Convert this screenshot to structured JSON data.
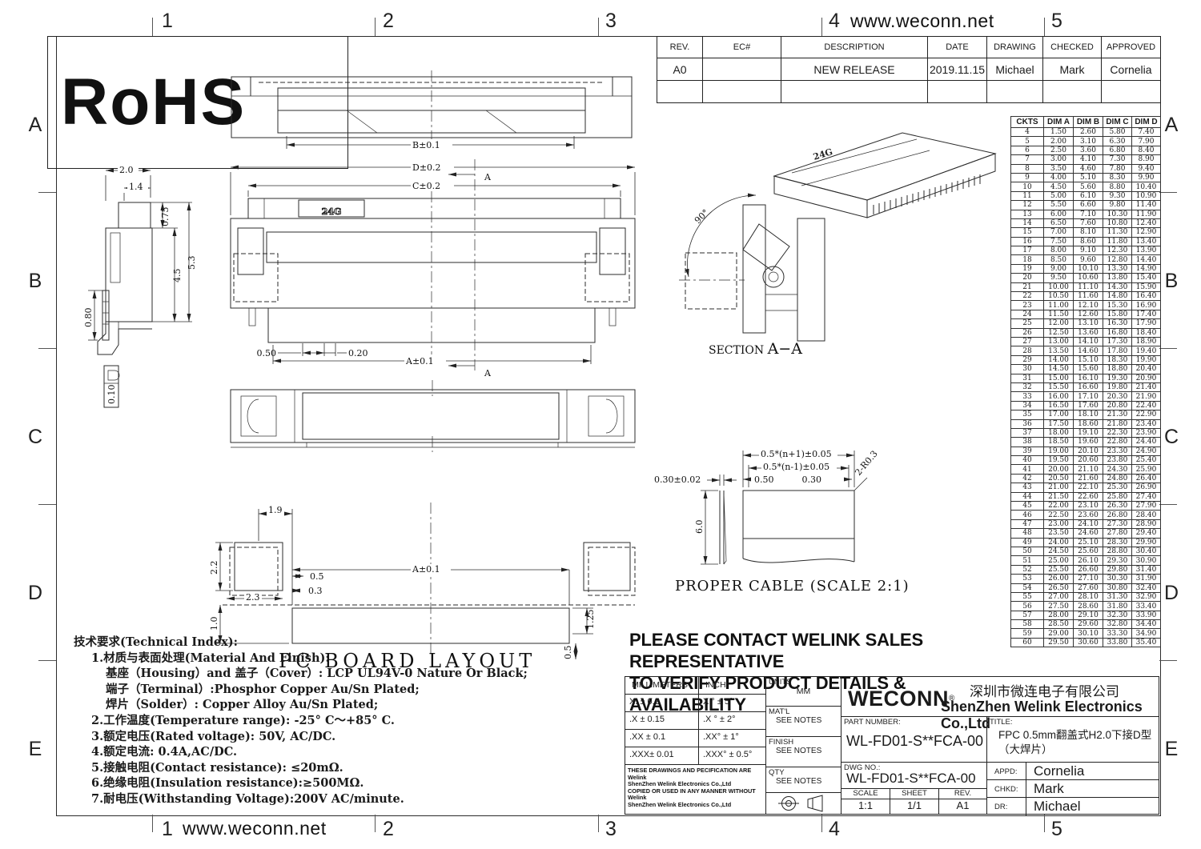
{
  "page": {
    "site": "www.weconn.net",
    "grid_numbers": [
      "1",
      "2",
      "3",
      "4",
      "5"
    ],
    "grid_letters": [
      "A",
      "B",
      "C",
      "D",
      "E"
    ],
    "rohs": "RoHS"
  },
  "revision_table": {
    "headers": [
      "REV.",
      "EC#",
      "DESCRIPTION",
      "DATE",
      "DRAWING",
      "CHECKED",
      "APPROVED"
    ],
    "rows": [
      [
        "A0",
        "",
        "NEW RELEASE",
        "2019.11.15",
        "Michael",
        "Mark",
        "Cornelia"
      ],
      [
        "",
        "",
        "",
        "",
        "",
        "",
        ""
      ]
    ]
  },
  "dim_table": {
    "headers": [
      "CKTS",
      "DIM A",
      "DIM B",
      "DIM C",
      "DIM D"
    ],
    "rows": [
      [
        "4",
        "1.50",
        "2.60",
        "5.80",
        "7.40"
      ],
      [
        "5",
        "2.00",
        "3.10",
        "6.30",
        "7.90"
      ],
      [
        "6",
        "2.50",
        "3.60",
        "6.80",
        "8.40"
      ],
      [
        "7",
        "3.00",
        "4.10",
        "7.30",
        "8.90"
      ],
      [
        "8",
        "3.50",
        "4.60",
        "7.80",
        "9.40"
      ],
      [
        "9",
        "4.00",
        "5.10",
        "8.30",
        "9.90"
      ],
      [
        "10",
        "4.50",
        "5.60",
        "8.80",
        "10.40"
      ],
      [
        "11",
        "5.00",
        "6.10",
        "9.30",
        "10.90"
      ],
      [
        "12",
        "5.50",
        "6.60",
        "9.80",
        "11.40"
      ],
      [
        "13",
        "6.00",
        "7.10",
        "10.30",
        "11.90"
      ],
      [
        "14",
        "6.50",
        "7.60",
        "10.80",
        "12.40"
      ],
      [
        "15",
        "7.00",
        "8.10",
        "11.30",
        "12.90"
      ],
      [
        "16",
        "7.50",
        "8.60",
        "11.80",
        "13.40"
      ],
      [
        "17",
        "8.00",
        "9.10",
        "12.30",
        "13.90"
      ],
      [
        "18",
        "8.50",
        "9.60",
        "12.80",
        "14.40"
      ],
      [
        "19",
        "9.00",
        "10.10",
        "13.30",
        "14.90"
      ],
      [
        "20",
        "9.50",
        "10.60",
        "13.80",
        "15.40"
      ],
      [
        "21",
        "10.00",
        "11.10",
        "14.30",
        "15.90"
      ],
      [
        "22",
        "10.50",
        "11.60",
        "14.80",
        "16.40"
      ],
      [
        "23",
        "11.00",
        "12.10",
        "15.30",
        "16.90"
      ],
      [
        "24",
        "11.50",
        "12.60",
        "15.80",
        "17.40"
      ],
      [
        "25",
        "12.00",
        "13.10",
        "16.30",
        "17.90"
      ],
      [
        "26",
        "12.50",
        "13.60",
        "16.80",
        "18.40"
      ],
      [
        "27",
        "13.00",
        "14.10",
        "17.30",
        "18.90"
      ],
      [
        "28",
        "13.50",
        "14.60",
        "17.80",
        "19.40"
      ],
      [
        "29",
        "14.00",
        "15.10",
        "18.30",
        "19.90"
      ],
      [
        "30",
        "14.50",
        "15.60",
        "18.80",
        "20.40"
      ],
      [
        "31",
        "15.00",
        "16.10",
        "19.30",
        "20.90"
      ],
      [
        "32",
        "15.50",
        "16.60",
        "19.80",
        "21.40"
      ],
      [
        "33",
        "16.00",
        "17.10",
        "20.30",
        "21.90"
      ],
      [
        "34",
        "16.50",
        "17.60",
        "20.80",
        "22.40"
      ],
      [
        "35",
        "17.00",
        "18.10",
        "21.30",
        "22.90"
      ],
      [
        "36",
        "17.50",
        "18.60",
        "21.80",
        "23.40"
      ],
      [
        "37",
        "18.00",
        "19.10",
        "22.30",
        "23.90"
      ],
      [
        "38",
        "18.50",
        "19.60",
        "22.80",
        "24.40"
      ],
      [
        "39",
        "19.00",
        "20.10",
        "23.30",
        "24.90"
      ],
      [
        "40",
        "19.50",
        "20.60",
        "23.80",
        "25.40"
      ],
      [
        "41",
        "20.00",
        "21.10",
        "24.30",
        "25.90"
      ],
      [
        "42",
        "20.50",
        "21.60",
        "24.80",
        "26.40"
      ],
      [
        "43",
        "21.00",
        "22.10",
        "25.30",
        "26.90"
      ],
      [
        "44",
        "21.50",
        "22.60",
        "25.80",
        "27.40"
      ],
      [
        "45",
        "22.00",
        "23.10",
        "26.30",
        "27.90"
      ],
      [
        "46",
        "22.50",
        "23.60",
        "26.80",
        "28.40"
      ],
      [
        "47",
        "23.00",
        "24.10",
        "27.30",
        "28.90"
      ],
      [
        "48",
        "23.50",
        "24.60",
        "27.80",
        "29.40"
      ],
      [
        "49",
        "24.00",
        "25.10",
        "28.30",
        "29.90"
      ],
      [
        "50",
        "24.50",
        "25.60",
        "28.80",
        "30.40"
      ],
      [
        "51",
        "25.00",
        "26.10",
        "29.30",
        "30.90"
      ],
      [
        "52",
        "25.50",
        "26.60",
        "29.80",
        "31.40"
      ],
      [
        "53",
        "26.00",
        "27.10",
        "30.30",
        "31.90"
      ],
      [
        "54",
        "26.50",
        "27.60",
        "30.80",
        "32.40"
      ],
      [
        "55",
        "27.00",
        "28.10",
        "31.30",
        "32.90"
      ],
      [
        "56",
        "27.50",
        "28.60",
        "31.80",
        "33.40"
      ],
      [
        "57",
        "28.00",
        "29.10",
        "32.30",
        "33.90"
      ],
      [
        "58",
        "28.50",
        "29.60",
        "32.80",
        "34.40"
      ],
      [
        "59",
        "29.00",
        "30.10",
        "33.30",
        "34.90"
      ],
      [
        "60",
        "29.50",
        "30.60",
        "33.80",
        "35.40"
      ]
    ]
  },
  "notes": {
    "lines": [
      {
        "i": 0,
        "t": "技术要求(Technical Index):"
      },
      {
        "i": 1,
        "t": "1.材质与表面处理(Material And Finish):"
      },
      {
        "i": 2,
        "t": "基座（Housing）and 盖子（Cover）: LCP UL94V-0 Nature Or Black;"
      },
      {
        "i": 2,
        "t": "端子（Terminal）:Phosphor Copper Au/Sn Plated;"
      },
      {
        "i": 2,
        "t": "焊片（Solder）: Copper Alloy Au/Sn Plated;"
      },
      {
        "i": 1,
        "t": "2.工作温度(Temperature range): -25° C～+85° C."
      },
      {
        "i": 1,
        "t": "3.额定电压(Rated voltage): 50V, AC/DC."
      },
      {
        "i": 1,
        "t": "4.额定电流: 0.4A,AC/DC."
      },
      {
        "i": 1,
        "t": "5.接触电阻(Contact resistance): ≤20mΩ."
      },
      {
        "i": 1,
        "t": "6.绝缘电阻(Insulation resistance):≥500MΩ."
      },
      {
        "i": 1,
        "t": "7.耐电压(Withstanding Voltage):200V AC/minute."
      }
    ]
  },
  "contact_notice": {
    "line1": "PLEASE CONTACT WELINK SALES REPRESENTATIVE",
    "line2": "TO VERIFY PRODUCT DETAILS & AVAILABILITY"
  },
  "tolerance_table": {
    "mm_header": "MILLIMETERS",
    "inch_header": "INCH",
    "rows": [
      [
        "X.  ± 0.2",
        "X.°  ± 5°"
      ],
      [
        ".X  ± 0.15",
        ".X °  ± 2°"
      ],
      [
        ".XX ± 0.1",
        ".XX°  ± 1°"
      ],
      [
        ".XXX± 0.01",
        ".XXX° ± 0.5°"
      ]
    ],
    "disclaimer": [
      "THESE DRAWINGS AND PECIFICATION  ARE Welink",
      "ShenZhen Welink Electronics Co.,Ltd",
      "COPIED OR USED IN ANY MANNER WITHOUT Welink",
      "ShenZhen Welink Electronics Co.,Ltd"
    ]
  },
  "info_cells": {
    "units_label": "UNITS",
    "units_value": "MM",
    "matl_label": "MAT'L",
    "matl_value": "SEE NOTES",
    "finish_label": "FINISH",
    "finish_value": "SEE NOTES",
    "qty_label": "QTY",
    "qty_value": "SEE NOTES"
  },
  "title_block": {
    "brand": "WECONN",
    "reg": "®",
    "company_cn": "深圳市微连电子有限公司",
    "company_en": "ShenZhen Welink Electronics Co.,Ltd",
    "part_number_label": "PART NUMBER:",
    "part_number": "WL-FD01-S**FCA-00",
    "title_label": "TITLE:",
    "title": "FPC 0.5mm翻盖式H2.0下接D型（大焊片）",
    "dwg_no_label": "DWG NO.:",
    "dwg_no": "WL-FD01-S**FCA-00",
    "appd_label": "APPD:",
    "appd": "Cornelia",
    "chkd_label": "CHKD:",
    "chkd": "Mark",
    "dr_label": "DR:",
    "dr": "Michael",
    "scale_label": "SCALE",
    "scale": "1:1",
    "sheet_label": "SHEET",
    "sheet": "1/1",
    "rev_label": "REV.",
    "rev": "A1"
  },
  "drawings": {
    "top_view": {
      "dim_b": "B±0.1"
    },
    "front_view": {
      "dim_d": "D±0.2",
      "dim_c": "C±0.2",
      "marking": "24G",
      "dim_050": "0.50",
      "dim_020": "0.20",
      "dim_a": "A±0.1",
      "section_letter": "A"
    },
    "side_view": {
      "dim_20": "2.0",
      "dim_14": "1.4",
      "dim_075": "0.75",
      "dim_45": "4.5",
      "dim_53": "5.3",
      "dim_080": "0.80",
      "dim_010": "0.10"
    },
    "iso_view": {
      "marking": "24G"
    },
    "section": {
      "label": "SECTION",
      "name": "A−A",
      "angle": "90°"
    },
    "cable": {
      "dim_outer": "0.5*(n+1)±0.05",
      "dim_inner": "0.5*(n-1)±0.05",
      "dim_050": "0.50",
      "dim_030": "0.30",
      "dim_r": "2-R0.3",
      "dim_thk": "0.30±0.02",
      "dim_len": "6.0",
      "label": "PROPER CABLE (SCALE 2:1)"
    },
    "pcb": {
      "d19": "1.9",
      "d22": "2.2",
      "d23": "2.3",
      "d10": "1.0",
      "d05": "0.5",
      "d03": "0.3",
      "da": "A±0.1",
      "d125": "1.25",
      "d05b": "0.5",
      "label": "PC BOARD LAYOUT"
    }
  }
}
